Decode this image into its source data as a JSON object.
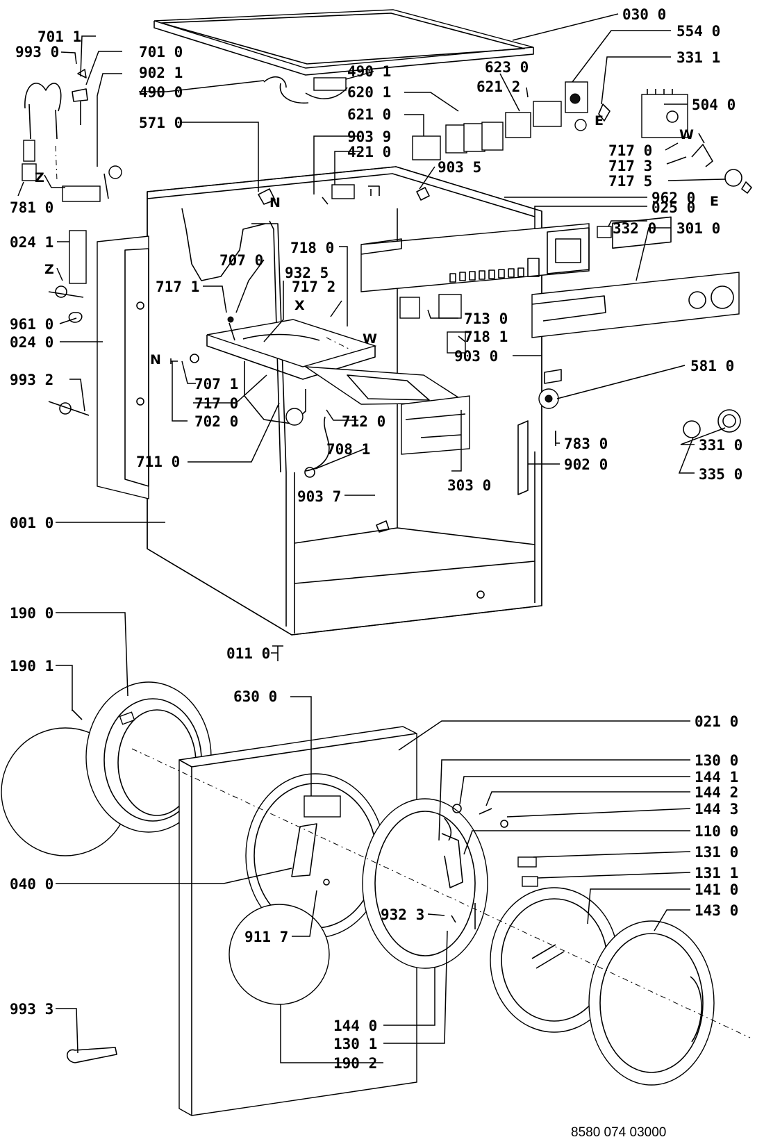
{
  "labels": [
    {
      "id": "701-1",
      "text": "701 1"
    },
    {
      "id": "993-0",
      "text": "993 0"
    },
    {
      "id": "701-0",
      "text": "701 0"
    },
    {
      "id": "902-1",
      "text": "902 1"
    },
    {
      "id": "490-0",
      "text": "490 0"
    },
    {
      "id": "490-1",
      "text": "490 1"
    },
    {
      "id": "620-1",
      "text": "620 1"
    },
    {
      "id": "623-0",
      "text": "623 0"
    },
    {
      "id": "621-2",
      "text": "621 2"
    },
    {
      "id": "621-0",
      "text": "621 0"
    },
    {
      "id": "571-0",
      "text": "571 0"
    },
    {
      "id": "903-9",
      "text": "903 9"
    },
    {
      "id": "421-0",
      "text": "421 0"
    },
    {
      "id": "903-5",
      "text": "903 5"
    },
    {
      "id": "030-0",
      "text": "030 0"
    },
    {
      "id": "554-0",
      "text": "554 0"
    },
    {
      "id": "331-1",
      "text": "331 1"
    },
    {
      "id": "504-0",
      "text": "504 0"
    },
    {
      "id": "717-0a",
      "text": "717 0"
    },
    {
      "id": "717-3",
      "text": "717 3"
    },
    {
      "id": "717-5",
      "text": "717 5"
    },
    {
      "id": "962-0",
      "text": "962 0"
    },
    {
      "id": "025-0",
      "text": "025 0"
    },
    {
      "id": "332-0",
      "text": "332 0"
    },
    {
      "id": "301-0",
      "text": "301 0"
    },
    {
      "id": "781-0",
      "text": "781 0"
    },
    {
      "id": "024-1",
      "text": "024 1"
    },
    {
      "id": "707-0",
      "text": "707 0"
    },
    {
      "id": "932-5",
      "text": "932 5"
    },
    {
      "id": "718-0",
      "text": "718 0"
    },
    {
      "id": "717-1",
      "text": "717 1"
    },
    {
      "id": "717-2",
      "text": "717 2"
    },
    {
      "id": "961-0",
      "text": "961 0"
    },
    {
      "id": "024-0",
      "text": "024 0"
    },
    {
      "id": "713-0",
      "text": "713 0"
    },
    {
      "id": "718-1",
      "text": "718 1"
    },
    {
      "id": "903-0",
      "text": "903 0"
    },
    {
      "id": "993-2",
      "text": "993 2"
    },
    {
      "id": "707-1",
      "text": "707 1"
    },
    {
      "id": "717-0b",
      "text": "717 0"
    },
    {
      "id": "702-0",
      "text": "702 0"
    },
    {
      "id": "712-0",
      "text": "712 0"
    },
    {
      "id": "581-0",
      "text": "581 0"
    },
    {
      "id": "708-1",
      "text": "708 1"
    },
    {
      "id": "711-0",
      "text": "711 0"
    },
    {
      "id": "783-0",
      "text": "783 0"
    },
    {
      "id": "902-0",
      "text": "902 0"
    },
    {
      "id": "303-0",
      "text": "303 0"
    },
    {
      "id": "331-0",
      "text": "331 0"
    },
    {
      "id": "335-0",
      "text": "335 0"
    },
    {
      "id": "903-7",
      "text": "903 7"
    },
    {
      "id": "001-0",
      "text": "001 0"
    },
    {
      "id": "190-0",
      "text": "190 0"
    },
    {
      "id": "011-0",
      "text": "011 0"
    },
    {
      "id": "190-1",
      "text": "190 1"
    },
    {
      "id": "630-0",
      "text": "630 0"
    },
    {
      "id": "021-0",
      "text": "021 0"
    },
    {
      "id": "130-0",
      "text": "130 0"
    },
    {
      "id": "144-1",
      "text": "144 1"
    },
    {
      "id": "144-2",
      "text": "144 2"
    },
    {
      "id": "144-3",
      "text": "144 3"
    },
    {
      "id": "110-0",
      "text": "110 0"
    },
    {
      "id": "131-0",
      "text": "131 0"
    },
    {
      "id": "040-0",
      "text": "040 0"
    },
    {
      "id": "131-1",
      "text": "131 1"
    },
    {
      "id": "141-0",
      "text": "141 0"
    },
    {
      "id": "932-3",
      "text": "932 3"
    },
    {
      "id": "143-0",
      "text": "143 0"
    },
    {
      "id": "911-7",
      "text": "911 7"
    },
    {
      "id": "993-3",
      "text": "993 3"
    },
    {
      "id": "144-0",
      "text": "144 0"
    },
    {
      "id": "130-1",
      "text": "130 1"
    },
    {
      "id": "190-2",
      "text": "190 2"
    }
  ],
  "markers": [
    {
      "id": "N1",
      "text": "N"
    },
    {
      "id": "E1",
      "text": "E"
    },
    {
      "id": "W1",
      "text": "W"
    },
    {
      "id": "E2",
      "text": "E"
    },
    {
      "id": "Z1",
      "text": "Z"
    },
    {
      "id": "Z2",
      "text": "Z"
    },
    {
      "id": "X1",
      "text": "X"
    },
    {
      "id": "W2",
      "text": "W"
    },
    {
      "id": "N2",
      "text": "N"
    }
  ],
  "drawing_code": "8580 074 03000"
}
